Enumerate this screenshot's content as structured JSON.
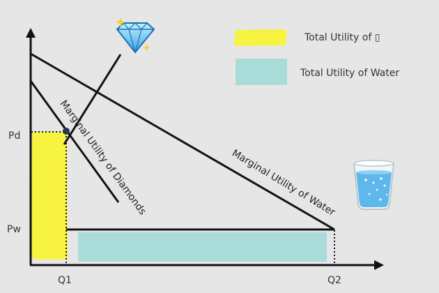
{
  "axes": {
    "y_labels": {
      "pd": "Pd",
      "pw": "Pw"
    },
    "x_labels": {
      "q1": "Q1",
      "q2": "Q2"
    }
  },
  "curves": {
    "diamonds_label": "Marginal Utility of Diamonds",
    "water_label": "Marginal Utility of Water"
  },
  "legend": {
    "diamonds": "Total Utility  of ▯",
    "water": "Total Utility of Water"
  },
  "colors": {
    "background": "#e6e6e6",
    "diamond_fill": "#f8f240",
    "water_fill": "#a9dcd8",
    "line": "#111111"
  },
  "icons": {
    "diamond": "diamond-icon",
    "water": "water-glass-icon"
  }
}
